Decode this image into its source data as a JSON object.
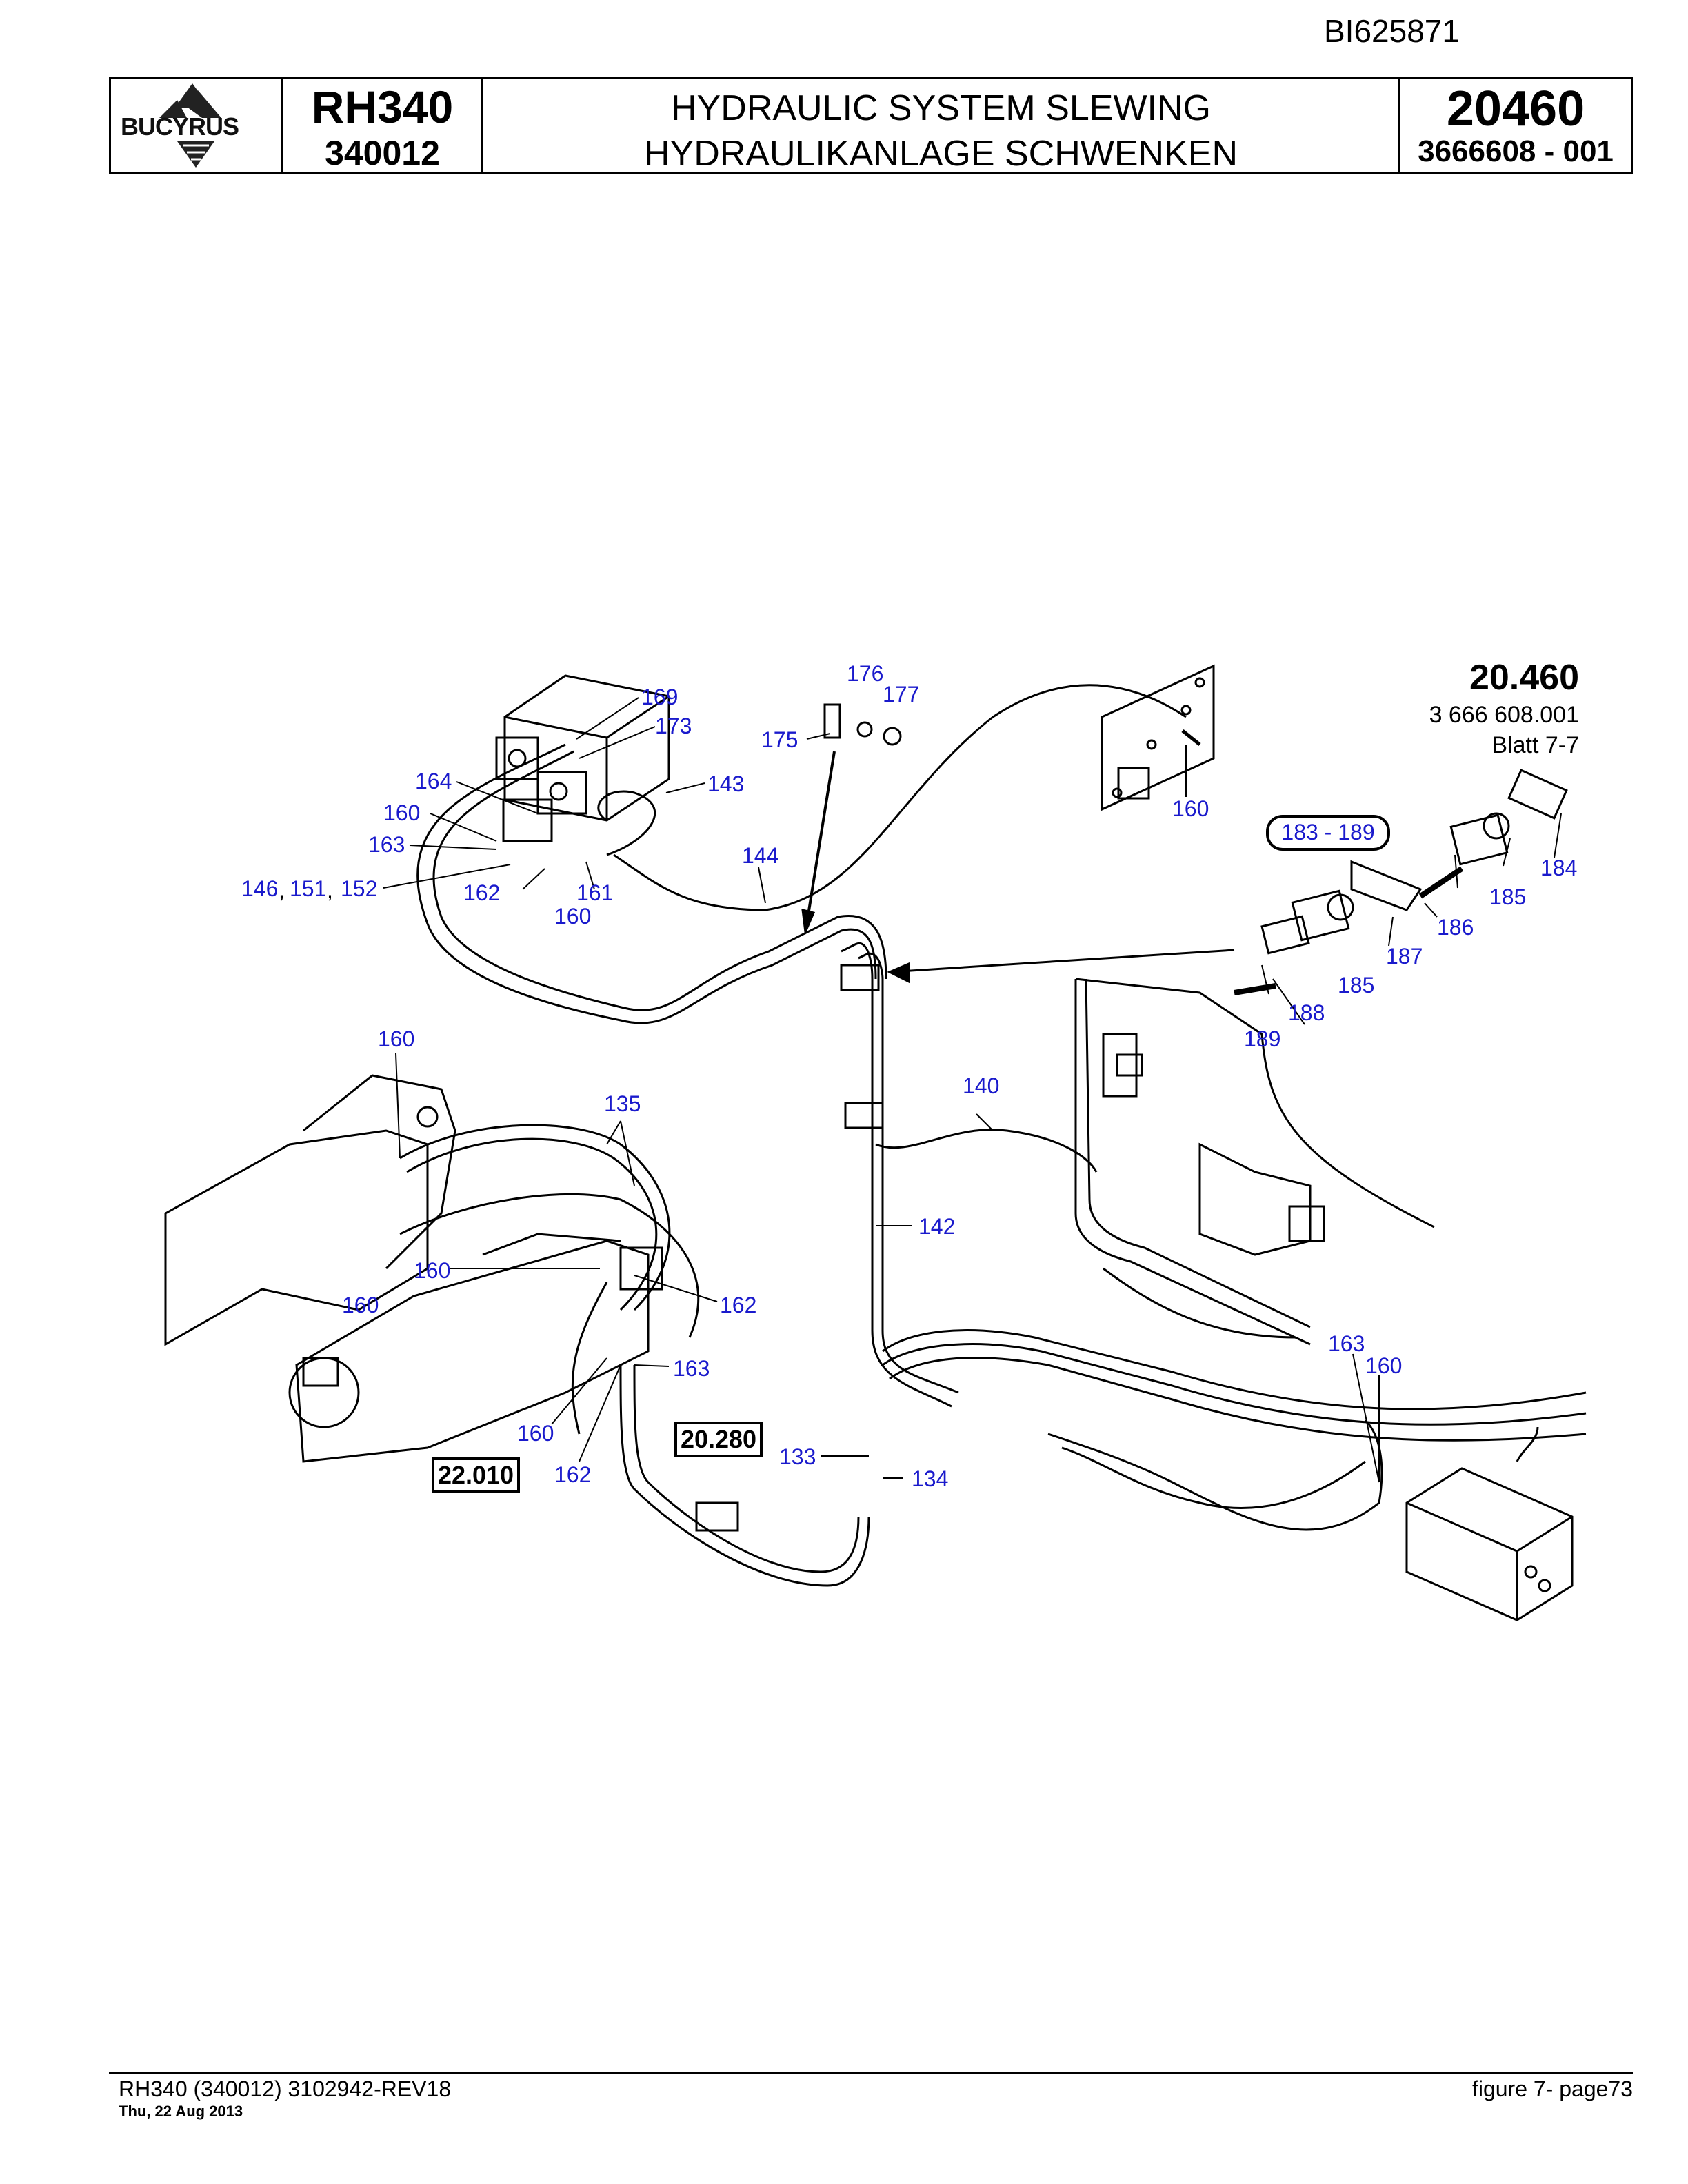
{
  "doc_id": "BI625871",
  "header": {
    "logo_text": "BUCYRUS",
    "model": "RH340",
    "model_number": "340012",
    "title_en": "HYDRAULIC SYSTEM SLEWING",
    "title_de": "HYDRAULIKANLAGE SCHWENKEN",
    "group_number": "20460",
    "part_number": "3666608 - 001"
  },
  "drawing": {
    "ref_number": "20.460",
    "ref_part": "3 666 608.001",
    "ref_sheet": "Blatt 7-7",
    "boxed_refs": [
      "22.010",
      "20.280"
    ],
    "range_label": "183 - 189",
    "callouts": [
      "169",
      "173",
      "143",
      "164",
      "160",
      "163",
      "146",
      "151",
      "152",
      "162",
      "161",
      "160",
      "144",
      "176",
      "177",
      "175",
      "160",
      "184",
      "185",
      "186",
      "187",
      "185",
      "188",
      "189",
      "140",
      "142",
      "160",
      "135",
      "160",
      "160",
      "162",
      "163",
      "160",
      "162",
      "133",
      "134",
      "163",
      "160"
    ]
  },
  "footer": {
    "left": "RH340 (340012) 3102942-REV18",
    "date": "Thu, 22 Aug 2013",
    "right": "figure 7- page73"
  }
}
